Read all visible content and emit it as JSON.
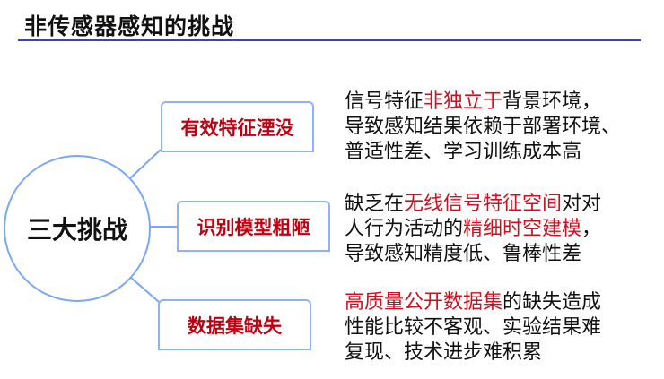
{
  "title": "非传感器感知的挑战",
  "center": "三大挑战",
  "challenges": [
    {
      "label": "有效特征湮没",
      "lines": [
        [
          {
            "t": "信号特征",
            "r": false
          },
          {
            "t": "非独立于",
            "r": true
          },
          {
            "t": "背景环境，",
            "r": false
          }
        ],
        [
          {
            "t": "导致感知结果依赖于部署环境、",
            "r": false
          }
        ],
        [
          {
            "t": "普适性差、学习训练成本高",
            "r": false
          }
        ]
      ]
    },
    {
      "label": "识别模型粗陋",
      "lines": [
        [
          {
            "t": "缺乏在",
            "r": false
          },
          {
            "t": "无线信号特征空间",
            "r": true
          },
          {
            "t": "对对",
            "r": false
          }
        ],
        [
          {
            "t": "人行为活动的",
            "r": false
          },
          {
            "t": "精细时空建模",
            "r": true
          },
          {
            "t": "，",
            "r": false
          }
        ],
        [
          {
            "t": "导致感知精度低、鲁棒性差",
            "r": false
          }
        ]
      ]
    },
    {
      "label": "数据集缺失",
      "lines": [
        [
          {
            "t": "高质量公开数据集",
            "r": true
          },
          {
            "t": "的缺失造成",
            "r": false
          }
        ],
        [
          {
            "t": "性能比较不客观、实验结果难",
            "r": false
          }
        ],
        [
          {
            "t": "复现、技术进步难积累",
            "r": false
          }
        ]
      ]
    }
  ],
  "colors": {
    "accent_red": "#d01020",
    "border_blue": "#7aa7f5",
    "rule": "#3b3fc4"
  }
}
